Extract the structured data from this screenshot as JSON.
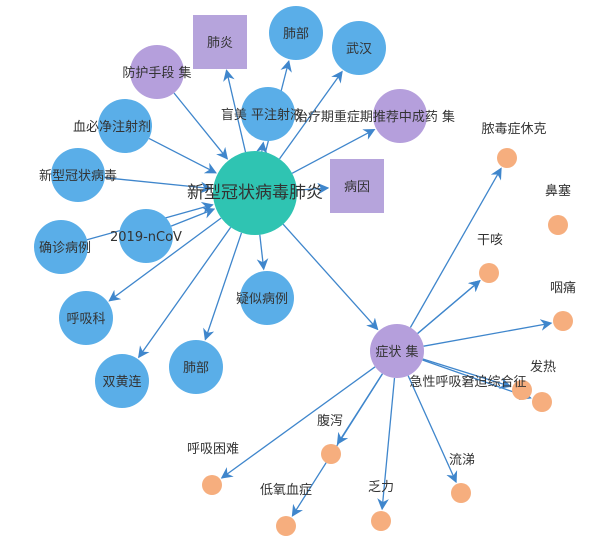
{
  "graph": {
    "colors": {
      "center": "#2fc4b2",
      "entity": "#5aaee8",
      "category": "#b59fdc",
      "box": "#b6a4dc",
      "symptom": "#f6ae7e",
      "edge": "#3f86cc",
      "text": "#333333"
    },
    "nodes": [
      {
        "id": "center",
        "label": "新型冠状病毒肺炎",
        "type": "center"
      },
      {
        "id": "fy",
        "label": "肺炎",
        "type": "box"
      },
      {
        "id": "sz",
        "label": "病因",
        "type": "box"
      },
      {
        "id": "fhsd",
        "label": "防护手段 集",
        "type": "category"
      },
      {
        "id": "zztj",
        "label": "症状 集",
        "type": "category"
      },
      {
        "id": "zyyw",
        "label": "治疗期重症期推荐中成药 集",
        "type": "category"
      },
      {
        "id": "fb",
        "label": "肺部",
        "type": "entity"
      },
      {
        "id": "wh",
        "label": "武汉",
        "type": "entity"
      },
      {
        "id": "zzs",
        "label": "盲美 平注射液",
        "type": "entity"
      },
      {
        "id": "xbjzsy",
        "label": "血必净注射剂",
        "type": "entity"
      },
      {
        "id": "xxgzbd",
        "label": "新型冠状病毒",
        "type": "entity"
      },
      {
        "id": "ncov",
        "label": "2019-nCoV",
        "type": "entity"
      },
      {
        "id": "qzbl",
        "label": "确诊病例",
        "type": "entity"
      },
      {
        "id": "hxk",
        "label": "呼吸科",
        "type": "entity"
      },
      {
        "id": "ybcy",
        "label": "双黄连",
        "type": "entity"
      },
      {
        "id": "fb2",
        "label": "肺部",
        "type": "entity"
      },
      {
        "id": "ysbl",
        "label": "疑似病例",
        "type": "entity"
      },
      {
        "id": "nzxk",
        "label": "脓毒症休克",
        "type": "symptom"
      },
      {
        "id": "bs",
        "label": "鼻塞",
        "type": "symptom"
      },
      {
        "id": "gk",
        "label": "干咳",
        "type": "symptom"
      },
      {
        "id": "yt",
        "label": "咽痛",
        "type": "symptom"
      },
      {
        "id": "fr",
        "label": "发热",
        "type": "symptom"
      },
      {
        "id": "jxhx",
        "label": "急性呼吸窘迫综合征",
        "type": "symptom"
      },
      {
        "id": "fx",
        "label": "腹泻",
        "type": "symptom"
      },
      {
        "id": "hxkn",
        "label": "呼吸困难",
        "type": "symptom"
      },
      {
        "id": "dyxz",
        "label": "低氧血症",
        "type": "symptom"
      },
      {
        "id": "fl",
        "label": "乏力",
        "type": "symptom"
      },
      {
        "id": "lt",
        "label": "流涕",
        "type": "symptom"
      }
    ],
    "edges": [
      [
        "fhsd",
        "center"
      ],
      [
        "xbjzsy",
        "center"
      ],
      [
        "xxgzbd",
        "center"
      ],
      [
        "qzbl",
        "center"
      ],
      [
        "ncov",
        "center"
      ],
      [
        "center",
        "fy"
      ],
      [
        "center",
        "fb"
      ],
      [
        "center",
        "wh"
      ],
      [
        "center",
        "zzs"
      ],
      [
        "center",
        "zyyw"
      ],
      [
        "center",
        "sz"
      ],
      [
        "center",
        "hxk"
      ],
      [
        "center",
        "ybcy"
      ],
      [
        "center",
        "fb2"
      ],
      [
        "center",
        "ysbl"
      ],
      [
        "center",
        "zztj"
      ],
      [
        "zztj",
        "nzxk"
      ],
      [
        "zztj",
        "gk"
      ],
      [
        "zztj",
        "gk"
      ],
      [
        "zztj",
        "yt"
      ],
      [
        "zztj",
        "fr"
      ],
      [
        "zztj",
        "jxhx"
      ],
      [
        "zztj",
        "fx"
      ],
      [
        "zztj",
        "hxkn"
      ],
      [
        "zztj",
        "dyxz"
      ],
      [
        "zztj",
        "fl"
      ],
      [
        "zztj",
        "lt"
      ]
    ]
  }
}
